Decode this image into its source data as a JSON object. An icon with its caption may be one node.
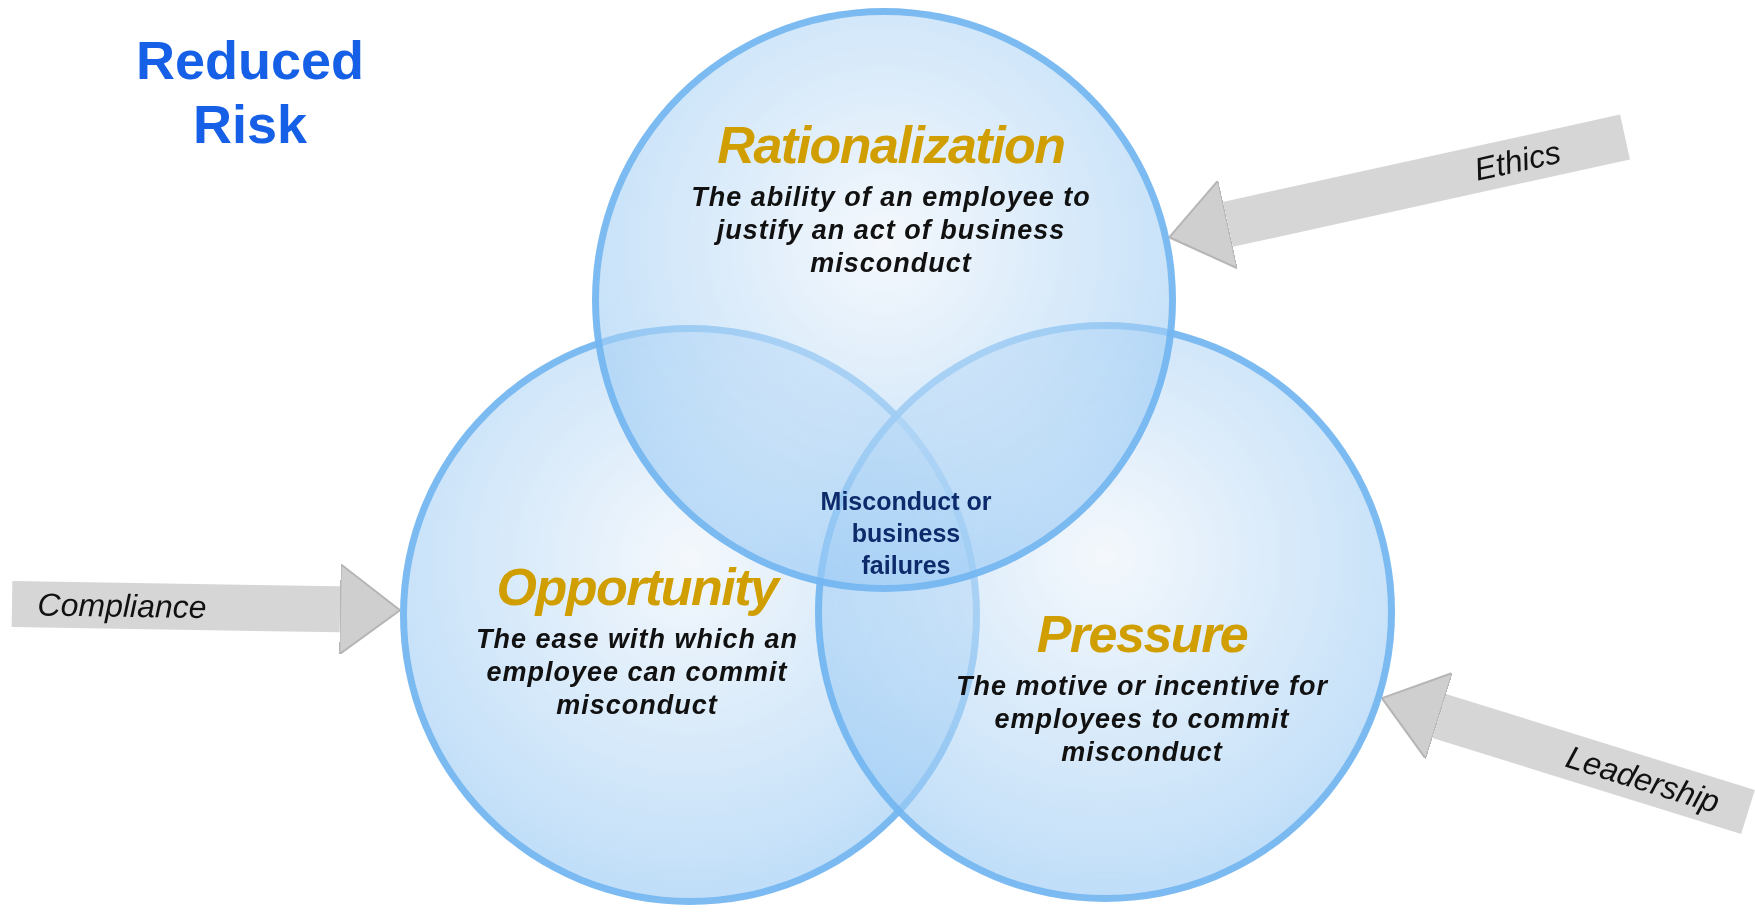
{
  "diagram": {
    "title": "Reduced Risk",
    "nodes": [
      {
        "text": [
          "Rationalization",
          "The ability of an employee to justify an act of business misconduct"
        ]
      },
      {
        "text": [
          "Opportunity",
          "The ease with which an employee can commit misconduct"
        ]
      },
      {
        "text": [
          "Pressure",
          "The motive or incentive for employees to commit misconduct"
        ]
      }
    ],
    "edges": [
      {
        "from": null,
        "to": 0,
        "arrow": "to",
        "label": "Ethics"
      },
      {
        "from": null,
        "to": 1,
        "arrow": "to",
        "label": "Compliance"
      },
      {
        "from": null,
        "to": 2,
        "arrow": "to",
        "label": "Leadership"
      }
    ],
    "labels": [
      "Misconduct or business failures"
    ]
  }
}
